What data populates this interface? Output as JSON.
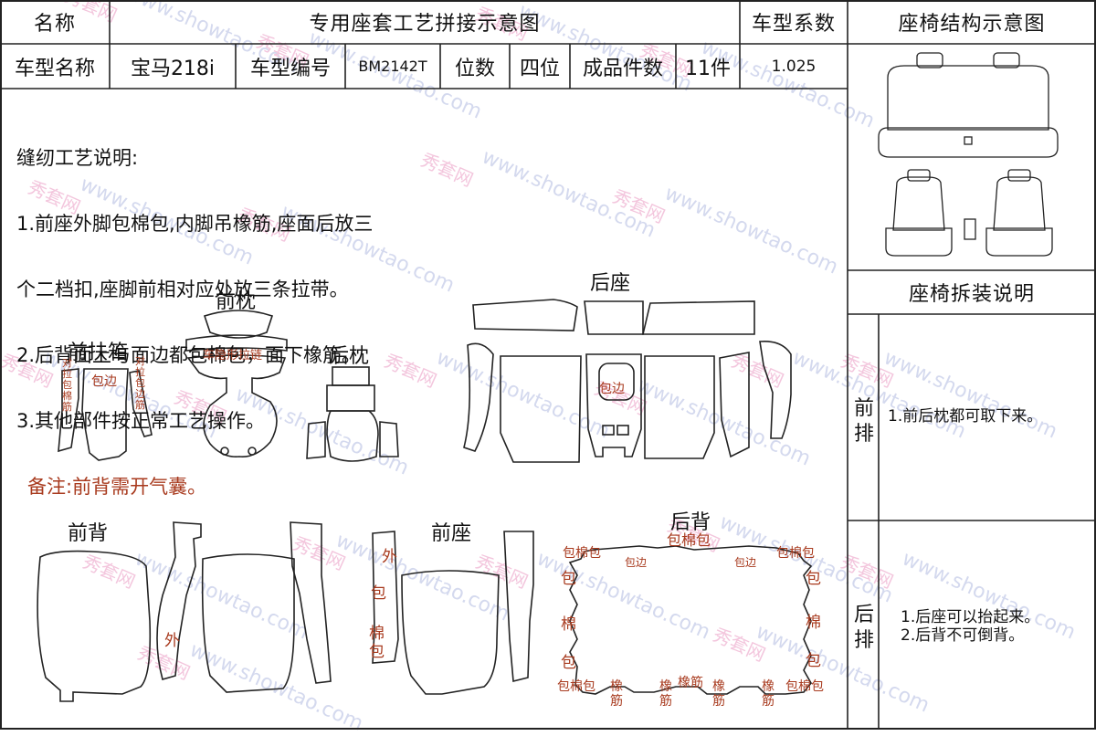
{
  "header": {
    "name_label": "名称",
    "title": "专用座套工艺拼接示意图",
    "coef_label": "车型系数",
    "structure_title": "座椅结构示意图"
  },
  "info": {
    "model_label": "车型名称",
    "model_value": "宝马218ⅰ",
    "code_label": "车型编号",
    "code_value": "BM2142T",
    "seats_label": "位数",
    "seats_value": "四位",
    "pieces_label": "成品件数",
    "pieces_value": "11件",
    "coef_value": "1.025"
  },
  "notes": {
    "title": "缝纫工艺说明:",
    "line1": "1.前座外脚包棉包,内脚吊橡筋,座面后放三",
    "line2": "个二档扣,座脚前相对应处放三条拉带。",
    "line3": "2.后背面上与面边都包棉包，面下橡筋。",
    "line4": "3.其他部件按正常工艺操作。",
    "remark": "备注:前背需开气囊。"
  },
  "parts": {
    "front_armrest": "前扶箱",
    "front_headrest": "前枕",
    "rear_headrest": "后枕",
    "rear_seat": "后座",
    "front_back": "前背",
    "front_seat": "前座",
    "rear_back": "后背"
  },
  "marks": {
    "armrest_left": "对拉包棉筋",
    "armrest_mid": "包边",
    "armrest_right": "对拉包边筋",
    "hidden_zipper": "车隐形拉链",
    "bianbian": "包边",
    "outer": "外",
    "bao": "包",
    "mian": "棉",
    "mianbao": "棉包",
    "baomianbao": "包棉包",
    "baomianbao2": "包棉包",
    "xiangjin": "橡筋",
    "xiang": "橡",
    "jin": "筋"
  },
  "instructions": {
    "title": "座椅拆装说明",
    "front_row_label": "前排",
    "front_row_text": "1.前后枕都可取下来。",
    "rear_row_label": "后排",
    "rear_row_line1": "1.后座可以抬起来。",
    "rear_row_line2": "2.后背不可倒背。"
  },
  "watermark": {
    "site": "www.showtao.com",
    "brand": "秀套网"
  }
}
